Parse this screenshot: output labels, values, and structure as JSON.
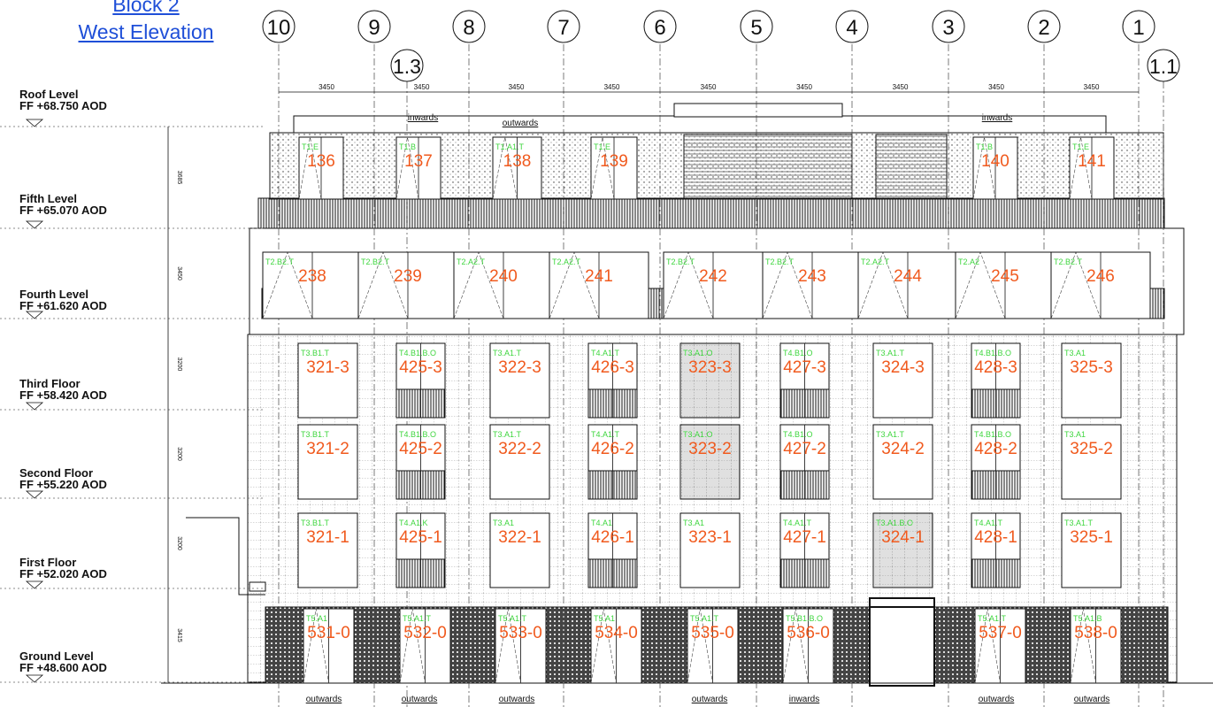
{
  "title": {
    "line1": "Block 2",
    "line2": "West Elevation"
  },
  "grid_labels": [
    "10",
    "9",
    "8",
    "7",
    "6",
    "5",
    "4",
    "3",
    "2",
    "1"
  ],
  "extra_grid_labels": [
    "1.3",
    "1.1"
  ],
  "bay_dimension": "3450",
  "levels": [
    {
      "name": "Roof Level",
      "ff": "FF +68.750 AOD"
    },
    {
      "name": "Fifth Level",
      "ff": "FF +65.070 AOD"
    },
    {
      "name": "Fourth Level",
      "ff": "FF +61.620 AOD"
    },
    {
      "name": "Third Floor",
      "ff": "FF +58.420 AOD"
    },
    {
      "name": "Second Floor",
      "ff": "FF +55.220 AOD"
    },
    {
      "name": "First Floor",
      "ff": "FF +52.020 AOD"
    },
    {
      "name": "Ground Level",
      "ff": "FF +48.600 AOD"
    }
  ],
  "storey_heights": [
    "3685",
    "3450",
    "3200",
    "3200",
    "3200",
    "3415"
  ],
  "door_tags": {
    "roof_parapet": [
      "inwards",
      "outwards",
      "inwards"
    ],
    "ground": [
      "outwards",
      "outwards",
      "outwards",
      "outwards",
      "inwards",
      "outwards",
      "outwards"
    ]
  },
  "units": {
    "fifth": [
      {
        "type": "T1.E",
        "num": "136"
      },
      {
        "type": "T1.B",
        "num": "137"
      },
      {
        "type": "T1.A1.T",
        "num": "138"
      },
      {
        "type": "T1.E",
        "num": "139"
      },
      {
        "type": "T1.B",
        "num": "140"
      },
      {
        "type": "T1.E",
        "num": "141"
      }
    ],
    "fourth": [
      {
        "type": "T2.B2.T",
        "num": "238"
      },
      {
        "type": "T2.B2.T",
        "num": "239"
      },
      {
        "type": "T2.A2.T",
        "num": "240"
      },
      {
        "type": "T2.A2.T",
        "num": "241"
      },
      {
        "type": "T2.B2.T",
        "num": "242"
      },
      {
        "type": "T2.B2.T",
        "num": "243"
      },
      {
        "type": "T2.A2.T",
        "num": "244"
      },
      {
        "type": "T2.A2",
        "num": "245"
      },
      {
        "type": "T2.B2.T",
        "num": "246"
      }
    ],
    "third": [
      {
        "type": "T3.B1.T",
        "num": "321-3"
      },
      {
        "type": "T4.B1.B.O",
        "num": "425-3"
      },
      {
        "type": "T3.A1.T",
        "num": "322-3"
      },
      {
        "type": "T4.A1.T",
        "num": "426-3"
      },
      {
        "type": "T3.A1.O",
        "num": "323-3"
      },
      {
        "type": "T4.B1.O",
        "num": "427-3"
      },
      {
        "type": "T3.A1.T",
        "num": "324-3"
      },
      {
        "type": "T4.B1.B.O",
        "num": "428-3"
      },
      {
        "type": "T3.A1",
        "num": "325-3"
      }
    ],
    "second": [
      {
        "type": "T3.B1.T",
        "num": "321-2"
      },
      {
        "type": "T4.B1.B.O",
        "num": "425-2"
      },
      {
        "type": "T3.A1.T",
        "num": "322-2"
      },
      {
        "type": "T4.A1.T",
        "num": "426-2"
      },
      {
        "type": "T3.A1.O",
        "num": "323-2"
      },
      {
        "type": "T4.B1.O",
        "num": "427-2"
      },
      {
        "type": "T3.A1.T",
        "num": "324-2"
      },
      {
        "type": "T4.B1.B.O",
        "num": "428-2"
      },
      {
        "type": "T3.A1",
        "num": "325-2"
      }
    ],
    "first": [
      {
        "type": "T3.B1.T",
        "num": "321-1"
      },
      {
        "type": "T4.A1.K",
        "num": "425-1"
      },
      {
        "type": "T3.A1",
        "num": "322-1"
      },
      {
        "type": "T4.A1",
        "num": "426-1"
      },
      {
        "type": "T3.A1",
        "num": "323-1"
      },
      {
        "type": "T4.A1.T",
        "num": "427-1"
      },
      {
        "type": "T3.A1.B.O",
        "num": "324-1"
      },
      {
        "type": "T4.A1.T",
        "num": "428-1"
      },
      {
        "type": "T3.A1.T",
        "num": "325-1"
      }
    ],
    "ground": [
      {
        "type": "T5.A1",
        "num": "531-0"
      },
      {
        "type": "T5.A1.T",
        "num": "532-0"
      },
      {
        "type": "T5.A1.T",
        "num": "533-0"
      },
      {
        "type": "T5.A1",
        "num": "534-0"
      },
      {
        "type": "T5.A1.T",
        "num": "535-0"
      },
      {
        "type": "T5.B1.B.O",
        "num": "536-0"
      },
      {
        "type": "T5.A1.T",
        "num": "537-0"
      },
      {
        "type": "T5.A1.B",
        "num": "538-0"
      }
    ]
  },
  "colors": {
    "unit_number": "#f05a1e",
    "unit_type": "#3fd63f",
    "link": "#1f4fd8",
    "line": "#111111"
  }
}
